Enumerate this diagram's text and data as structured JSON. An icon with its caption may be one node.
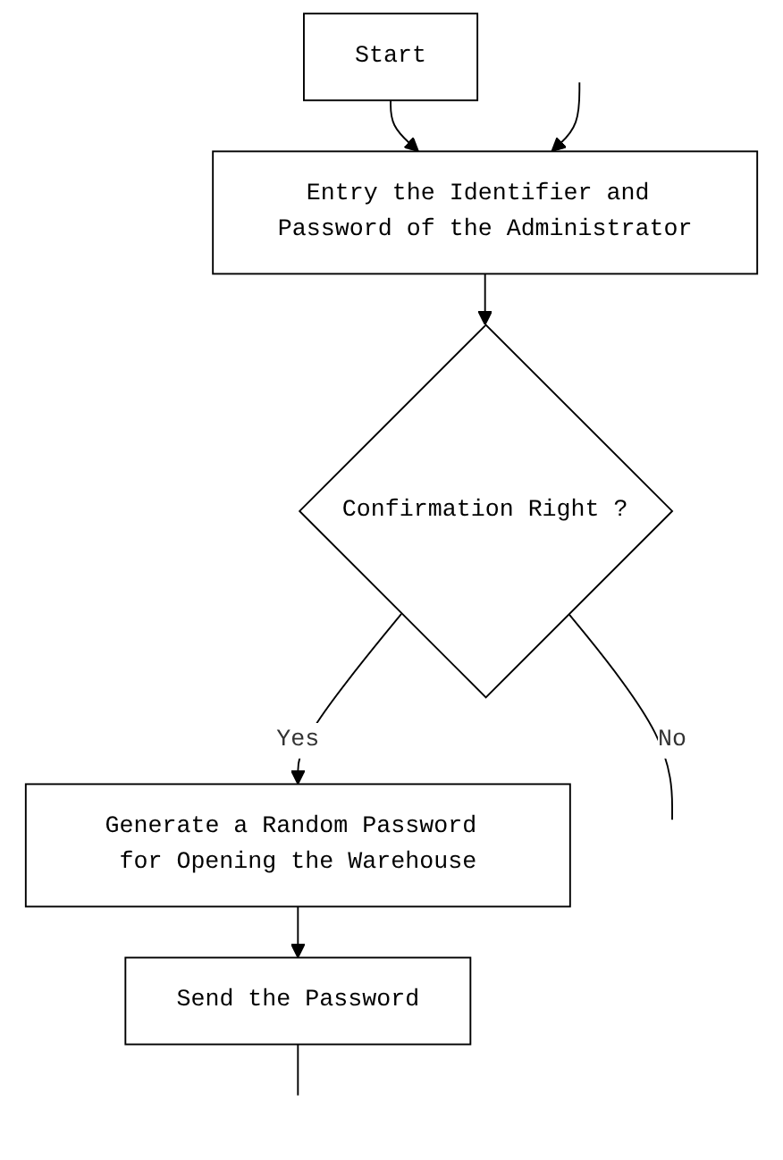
{
  "diagram": {
    "nodes": [
      {
        "text": [
          "Start"
        ]
      },
      {
        "text": [
          "Entry the Identifier and Password of the Administrator"
        ]
      },
      {
        "text": [
          "Confirmation Right ?"
        ]
      },
      {
        "text": [
          "Generate a Random Password for Opening the Warehouse"
        ]
      },
      {
        "text": [
          "Send the Password"
        ]
      }
    ],
    "edges": [
      {
        "from": 0,
        "to": 1,
        "arrow": "to"
      },
      {
        "from": null,
        "to": 1,
        "arrow": "to"
      },
      {
        "from": 1,
        "to": 2,
        "arrow": "to"
      },
      {
        "from": 2,
        "to": null,
        "arrow": "none",
        "label": "No"
      },
      {
        "from": 2,
        "to": 3,
        "arrow": "to",
        "label": "Yes"
      },
      {
        "from": 3,
        "to": 4,
        "arrow": "to"
      },
      {
        "from": 4,
        "to": null,
        "arrow": "none"
      }
    ]
  }
}
